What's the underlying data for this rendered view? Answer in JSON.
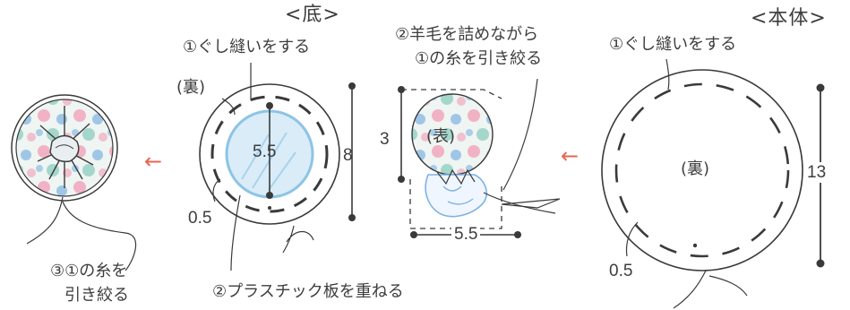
{
  "labels": {
    "bottom_title": "<底>",
    "body_title": "<本体>",
    "bottom_step1": "①ぐし縫いをする",
    "bottom_ura": "(裏)",
    "bottom_plate_size": "5.5",
    "bottom_circle_size": "8",
    "bottom_margin": "0.5",
    "bottom_step2": "②プラスチック板を重ねる",
    "middle_step_line1": "②羊毛を詰めながら",
    "middle_step_line2": "①の糸を引き絞る",
    "middle_height": "3",
    "middle_omote": "(表)",
    "middle_width": "5.5",
    "body_step1": "①ぐし縫いをする",
    "body_ura": "(裏)",
    "body_size": "13",
    "body_margin": "0.5",
    "final_step_line1": "③①の糸を",
    "final_step_line2": "引き絞る"
  },
  "arrows": {
    "left": "←",
    "right": "←"
  },
  "colors": {
    "line": "#3a3a3a",
    "blue_plate": "#8cc4e6",
    "arrow": "#e8654f",
    "pink": "#f29cb6",
    "teal": "#86c9bd",
    "blue_flower": "#7fb2e3"
  }
}
